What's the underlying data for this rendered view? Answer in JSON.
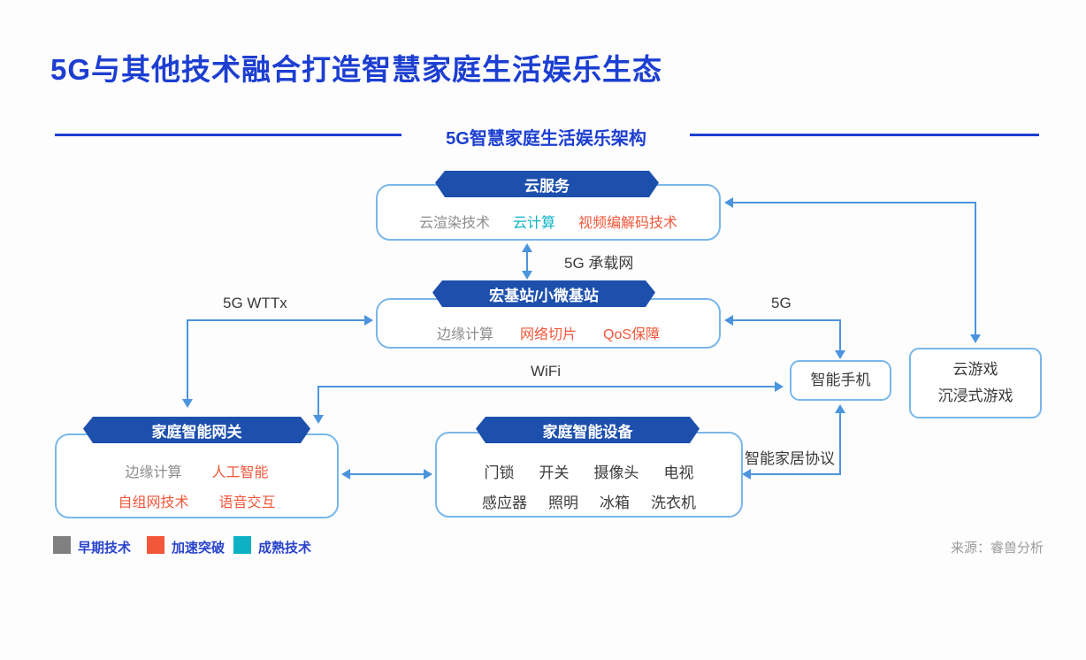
{
  "title": "5G与其他技术融合打造智慧家庭生活娱乐生态",
  "subtitle": "5G智慧家庭生活娱乐架构",
  "source": "来源：睿兽分析",
  "colors": {
    "title_blue": "#1c3ed1",
    "badge_blue": "#1d50ad",
    "connector_blue": "#4b94de",
    "box_border_blue": "#7ab7ea",
    "early_gray": "#808080",
    "breakthrough_orange": "#f2573a",
    "mature_teal": "#0cb2c4"
  },
  "nodes": {
    "cloud_service": {
      "title": "云服务",
      "items": [
        {
          "label": "云渲染技术",
          "status": "early"
        },
        {
          "label": "云计算",
          "status": "mature"
        },
        {
          "label": "视频编解码技术",
          "status": "breakthrough"
        }
      ]
    },
    "base_station": {
      "title": "宏基站/小微基站",
      "items": [
        {
          "label": "边缘计算",
          "status": "early"
        },
        {
          "label": "网络切片",
          "status": "breakthrough"
        },
        {
          "label": "QoS保障",
          "status": "breakthrough"
        }
      ]
    },
    "home_gateway": {
      "title": "家庭智能网关",
      "items": [
        {
          "label": "边缘计算",
          "status": "early"
        },
        {
          "label": "人工智能",
          "status": "breakthrough"
        },
        {
          "label": "自组网技术",
          "status": "breakthrough"
        },
        {
          "label": "语音交互",
          "status": "breakthrough"
        }
      ]
    },
    "smart_devices": {
      "title": "家庭智能设备",
      "items": [
        {
          "label": "门锁"
        },
        {
          "label": "开关"
        },
        {
          "label": "摄像头"
        },
        {
          "label": "电视"
        },
        {
          "label": "感应器"
        },
        {
          "label": "照明"
        },
        {
          "label": "冰箱"
        },
        {
          "label": "洗衣机"
        }
      ]
    },
    "smartphone": {
      "label": "智能手机"
    },
    "cloud_gaming": {
      "line1": "云游戏",
      "line2": "沉浸式游戏"
    }
  },
  "edges": {
    "bearer_network": "5G 承载网",
    "wttx": "5G WTTx",
    "five_g": "5G",
    "wifi": "WiFi",
    "smart_home_protocol": "智能家居协议"
  },
  "legend": [
    {
      "label": "早期技术",
      "color": "#808080"
    },
    {
      "label": "加速突破",
      "color": "#f2573a"
    },
    {
      "label": "成熟技术",
      "color": "#0cb2c4"
    }
  ]
}
